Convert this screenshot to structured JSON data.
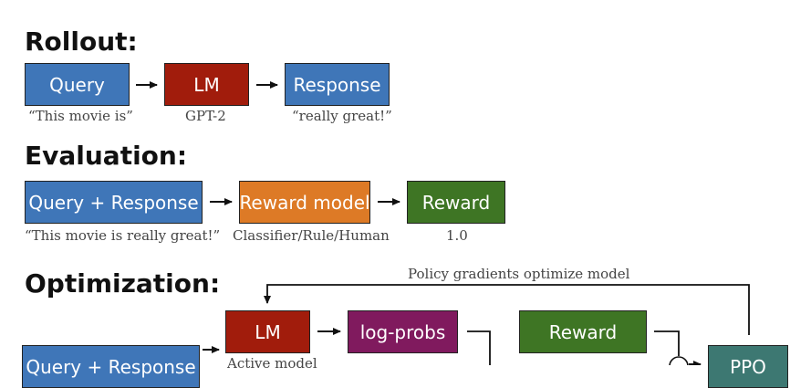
{
  "sections": {
    "rollout": "Rollout:",
    "evaluation": "Evaluation:",
    "optimization": "Optimization:"
  },
  "rollout": {
    "query": "Query",
    "lm": "LM",
    "response": "Response",
    "query_caption": "“This movie is”",
    "lm_caption": "GPT-2",
    "response_caption": "“really great!”"
  },
  "evaluation": {
    "query_response": "Query + Response",
    "reward_model": "Reward model",
    "reward": "Reward",
    "query_response_caption": "“This movie is really great!”",
    "reward_model_caption": "Classifier/Rule/Human",
    "reward_caption": "1.0"
  },
  "optimization": {
    "feedback_label": "Policy gradients optimize model",
    "lm": "LM",
    "lm_caption": "Active model",
    "log_probs": "log-probs",
    "reward": "Reward",
    "query_response": "Query + Response",
    "ppo": "PPO"
  },
  "colors": {
    "blue": "#3f76b8",
    "red": "#a11c0c",
    "orange": "#dd7a26",
    "green": "#3e7524",
    "purple": "#801a5e",
    "teal": "#3d7872"
  }
}
